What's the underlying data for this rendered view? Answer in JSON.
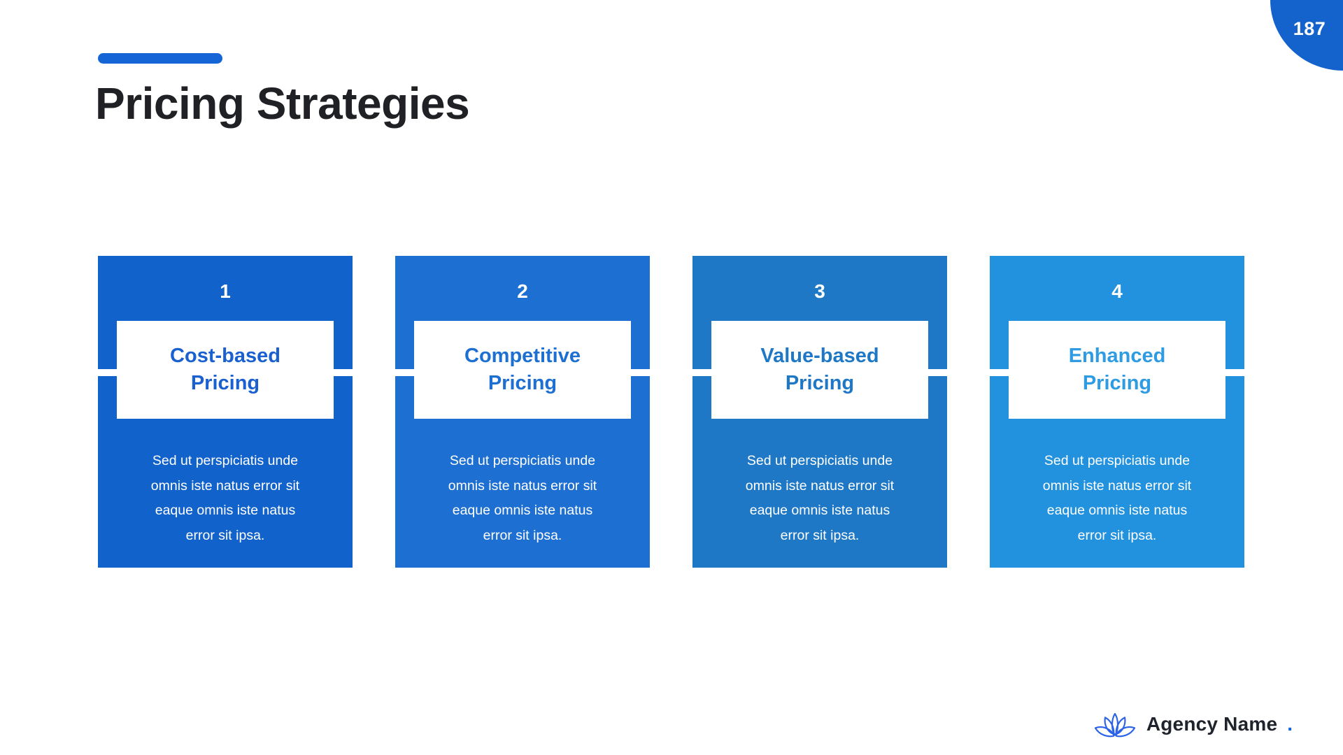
{
  "slide": {
    "accent_color": "#1565d6",
    "title": "Pricing Strategies",
    "page_number": "187",
    "badge_color": "#1463cd"
  },
  "cards": [
    {
      "number": "1",
      "title": "Cost-based\nPricing",
      "body": "Sed ut perspiciatis unde\nomnis iste natus error sit\neaque omnis iste natus\nerror sit ipsa.",
      "color": "#1262cb",
      "title_color": "#1a60d0"
    },
    {
      "number": "2",
      "title": "Competitive\nPricing",
      "body": "Sed ut perspiciatis unde\nomnis iste natus error sit\neaque omnis iste natus\nerror sit ipsa.",
      "color": "#1e6fd2",
      "title_color": "#1e6fd2"
    },
    {
      "number": "3",
      "title": "Value-based\nPricing",
      "body": "Sed ut perspiciatis unde\nomnis iste natus error sit\neaque omnis iste natus\nerror sit ipsa.",
      "color": "#1e78c6",
      "title_color": "#1e78c6"
    },
    {
      "number": "4",
      "title": "Enhanced\nPricing",
      "body": "Sed ut perspiciatis unde\nomnis iste natus error sit\neaque omnis iste natus\nerror sit ipsa.",
      "color": "#2292df",
      "title_color": "#2e9be2"
    }
  ],
  "footer": {
    "brand_name": "Agency Name",
    "brand_dot": ".",
    "icon_color": "#2b62e8"
  }
}
